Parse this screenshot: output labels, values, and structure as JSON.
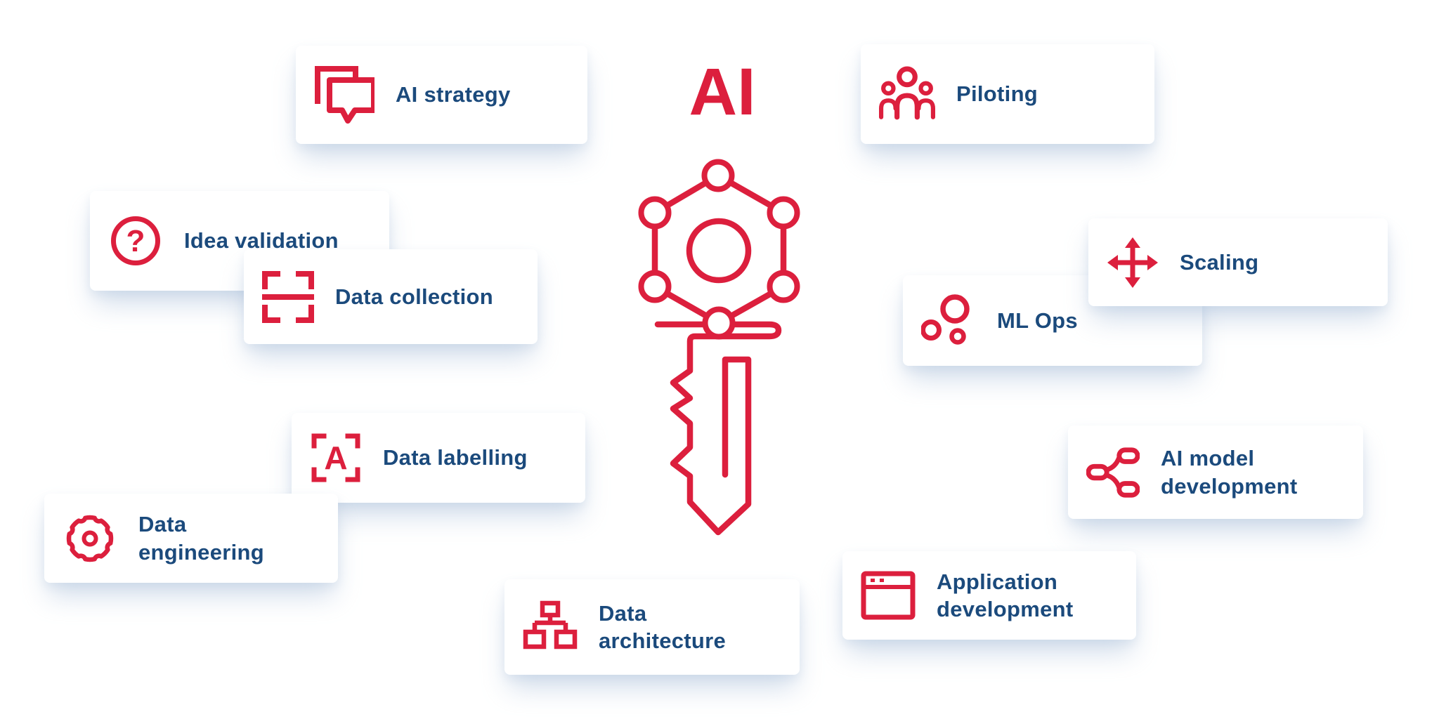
{
  "colors": {
    "accent_red": "#DC1F3D",
    "text_navy": "#1B4A7C",
    "card_background": "#FFFFFF",
    "page_background": "#FFFFFF"
  },
  "center": {
    "title": "AI",
    "icon": "ai-key-icon"
  },
  "glyphs": {
    "question": "?",
    "label_a": "A"
  },
  "cards": [
    {
      "id": "ai-strategy",
      "label": "AI strategy",
      "icon": "chat-bubbles-icon"
    },
    {
      "id": "piloting",
      "label": "Piloting",
      "icon": "people-group-icon"
    },
    {
      "id": "idea-validation",
      "label": "Idea validation",
      "icon": "question-circle-icon"
    },
    {
      "id": "data-collection",
      "label": "Data collection",
      "icon": "scan-frame-icon"
    },
    {
      "id": "scaling",
      "label": "Scaling",
      "icon": "move-arrows-icon"
    },
    {
      "id": "ml-ops",
      "label": "ML Ops",
      "icon": "bubbles-icon"
    },
    {
      "id": "data-labelling",
      "label": "Data labelling",
      "icon": "label-a-frame-icon"
    },
    {
      "id": "ai-model-development",
      "label": "AI model\ndevelopment",
      "icon": "model-tree-icon"
    },
    {
      "id": "data-engineering",
      "label": "Data\nengineering",
      "icon": "gear-icon"
    },
    {
      "id": "application-development",
      "label": "Application\ndevelopment",
      "icon": "browser-window-icon"
    },
    {
      "id": "data-architecture",
      "label": "Data\narchitecture",
      "icon": "org-chart-icon"
    }
  ]
}
